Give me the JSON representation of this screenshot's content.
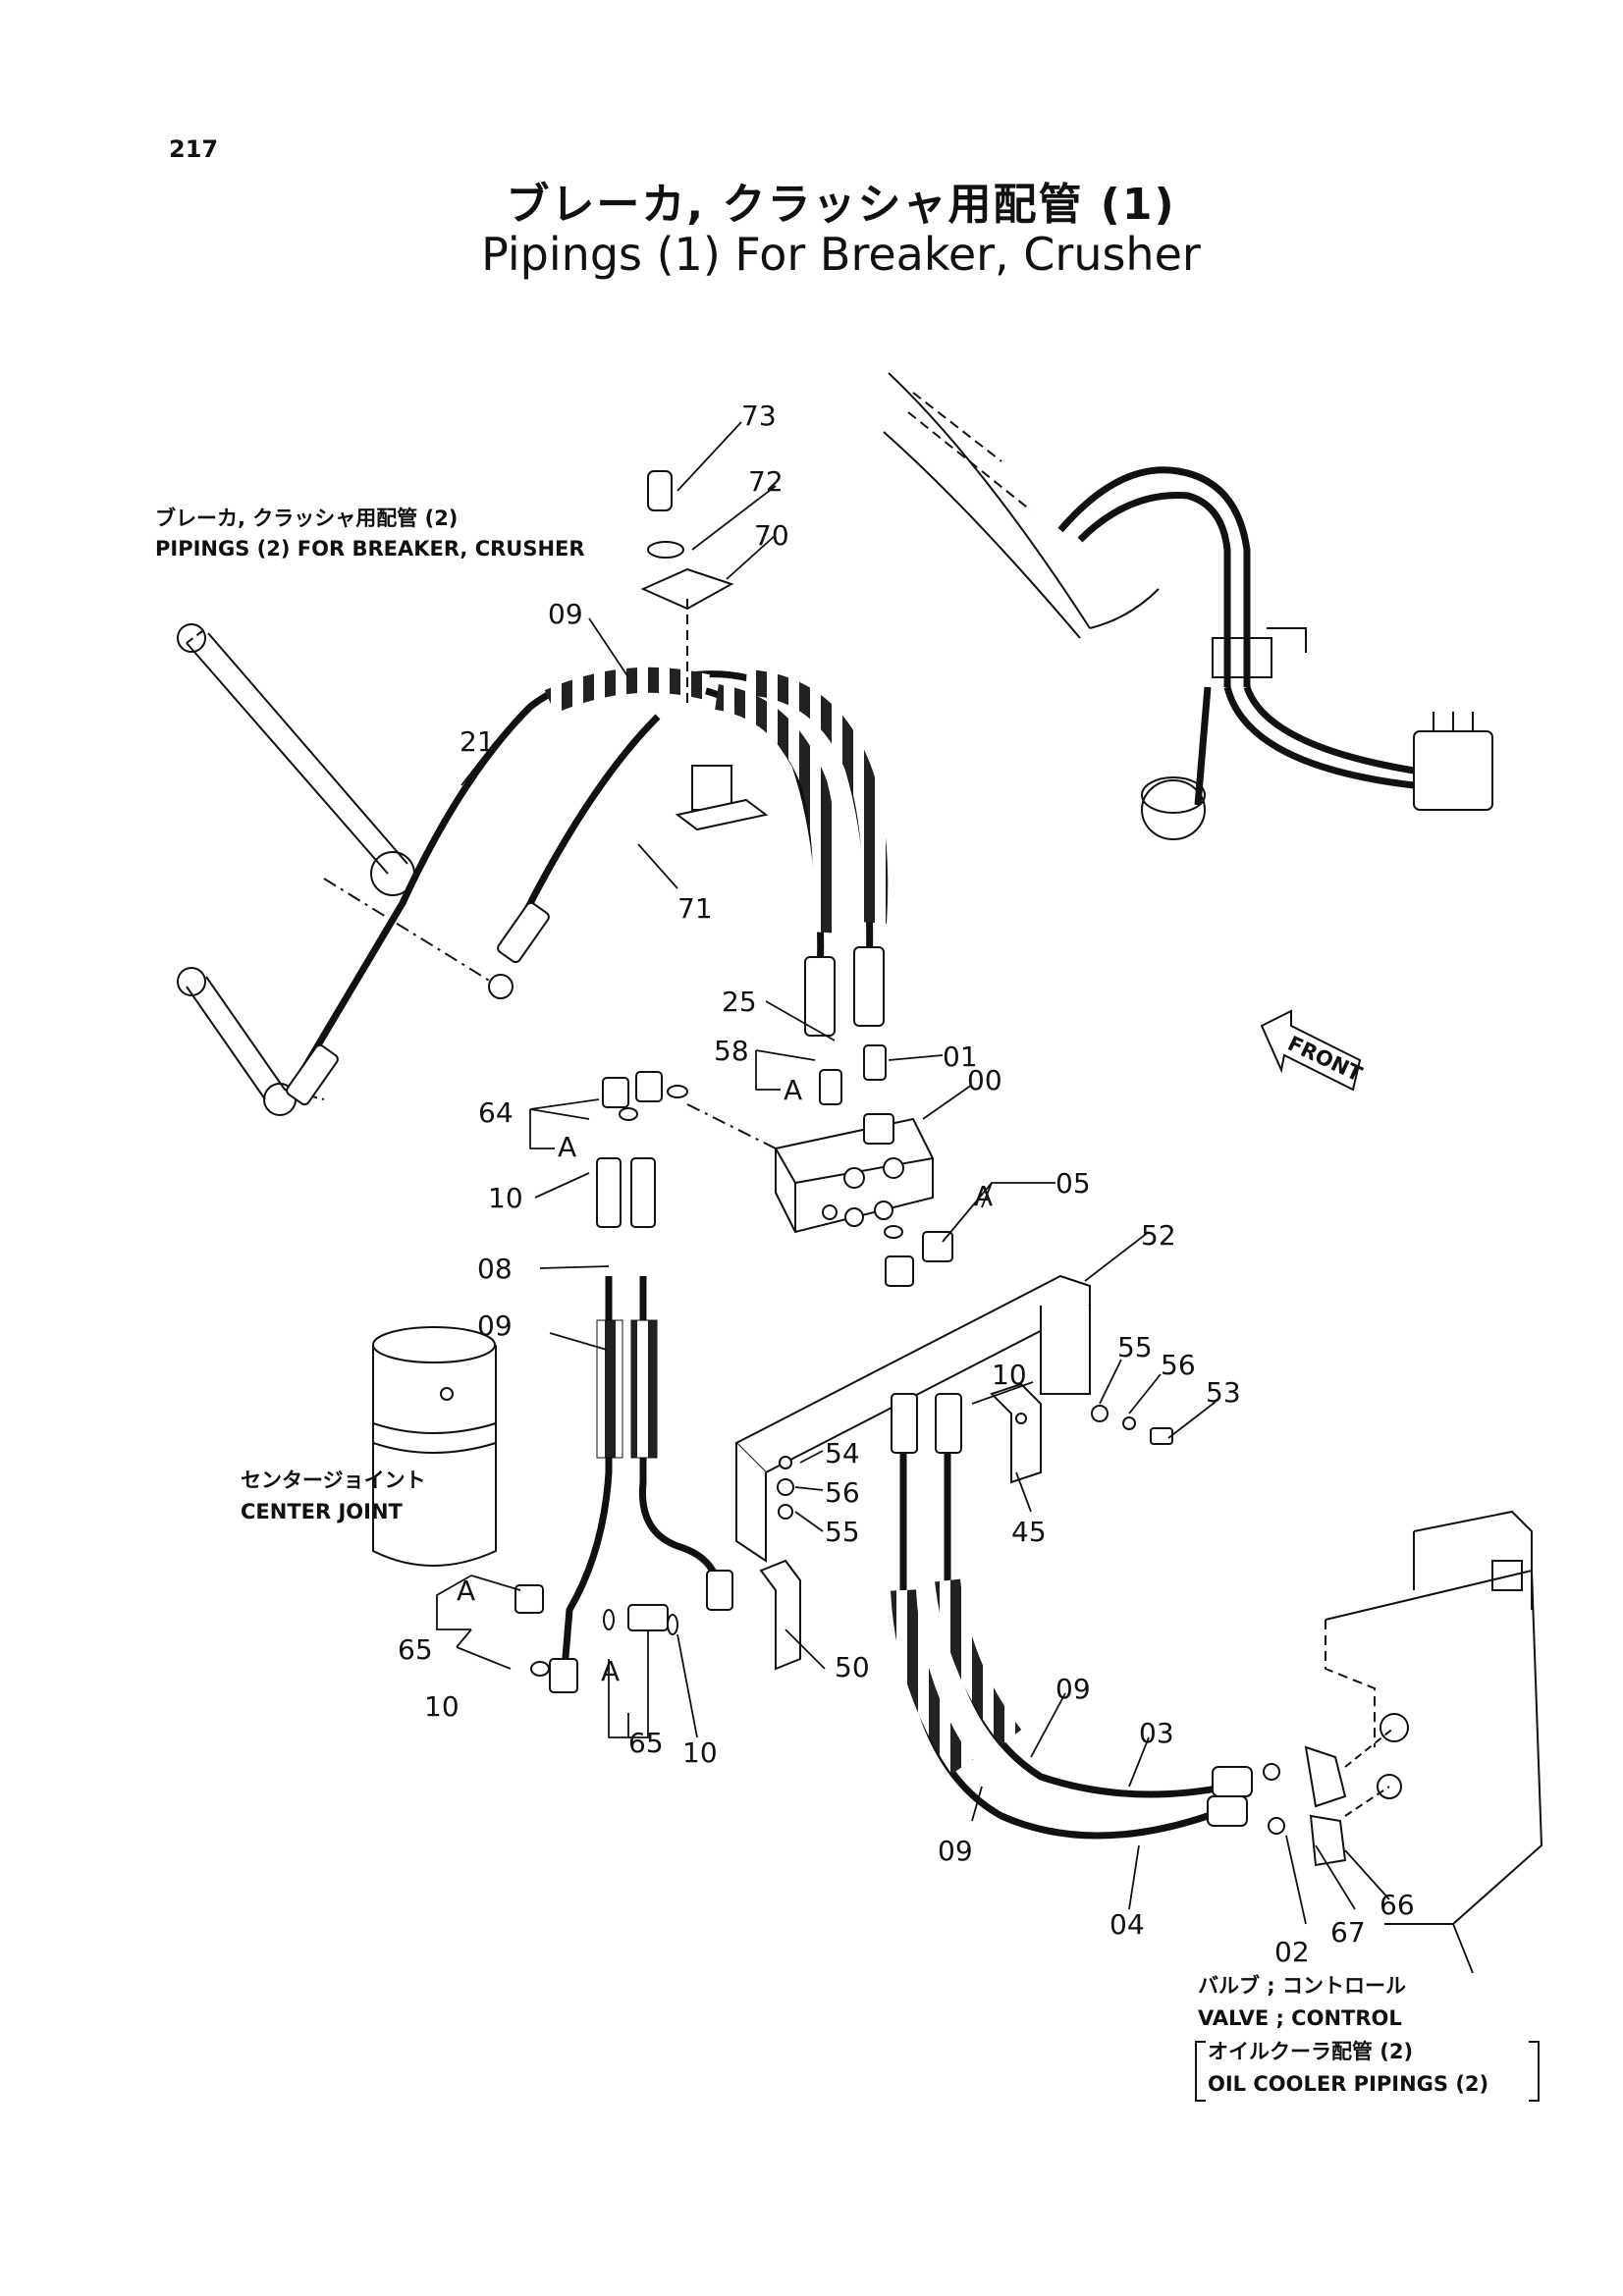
{
  "page_number": "217",
  "title_jp": "ブレーカ, クラッシャ用配管 (1)",
  "title_en": "Pipings (1) For Breaker, Crusher",
  "callouts": {
    "c73": "73",
    "c72": "72",
    "c70": "70",
    "c09a": "09",
    "c21": "21",
    "c71": "71",
    "c25": "25",
    "c58": "58",
    "cA1": "A",
    "c01": "01",
    "c00": "00",
    "c64": "64",
    "cA2": "A",
    "c10a": "10",
    "c05": "05",
    "cA3": "A",
    "c08": "08",
    "c52": "52",
    "c09b": "09",
    "c55a": "55",
    "c56a": "56",
    "c53": "53",
    "c10b": "10",
    "c54": "54",
    "c56b": "56",
    "c55b": "55",
    "c45": "45",
    "cA4": "A",
    "c65a": "65",
    "c10c": "10",
    "cA5": "A",
    "c65b": "65",
    "c10d": "10",
    "c50": "50",
    "c09c": "09",
    "c03": "03",
    "c09d": "09",
    "c04": "04",
    "c66": "66",
    "c67": "67",
    "c02": "02"
  },
  "notes": {
    "pipings2_jp": "ブレーカ, クラッシャ用配管 (2)",
    "pipings2_en": "PIPINGS (2) FOR  BREAKER, CRUSHER",
    "center_joint_jp": "センタージョイント",
    "center_joint_en": "CENTER  JOINT",
    "valve_jp": "バルブ ; コントロール",
    "valve_en": "VALVE ; CONTROL",
    "oil_cooler_jp": "オイルクーラ配管 (2)",
    "oil_cooler_en": "OIL COOLER  PIPINGS (2)",
    "front": "FRONT"
  }
}
